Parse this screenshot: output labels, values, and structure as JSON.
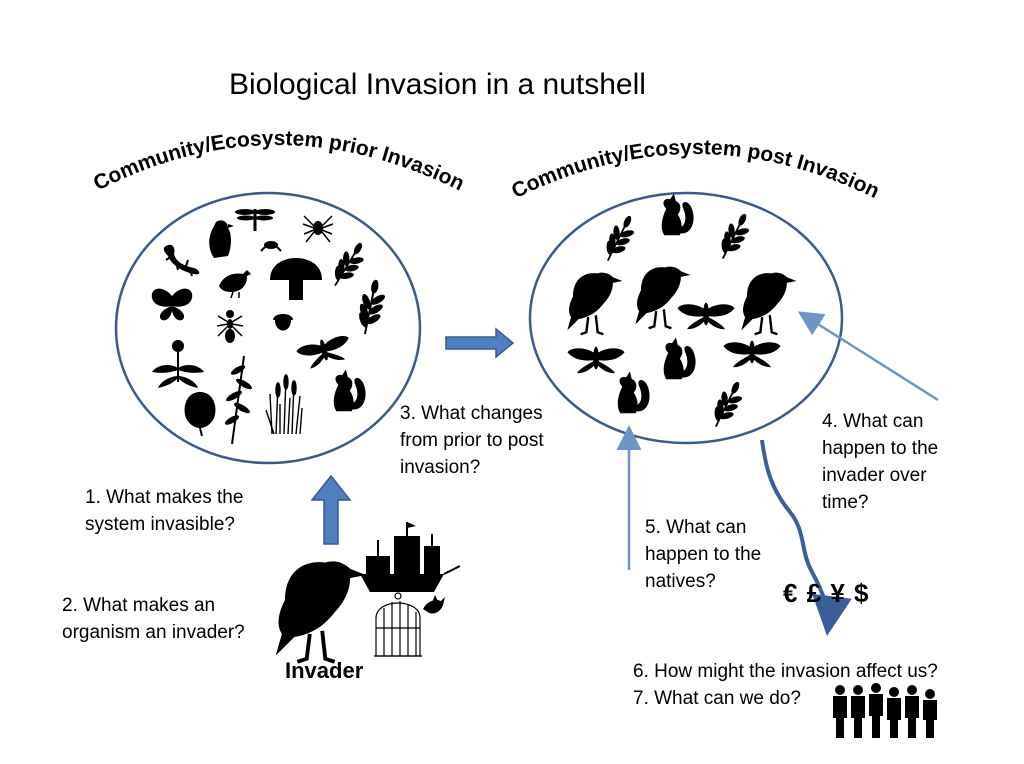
{
  "title": "Biological Invasion in a nutshell",
  "arc_labels": {
    "prior": "Community/Ecosystem prior Invasion",
    "post": "Community/Ecosystem post Invasion"
  },
  "questions": {
    "q1": [
      "1. What makes the",
      "system invasible?"
    ],
    "q2": [
      "2. What makes an",
      "organism an invader?"
    ],
    "q3": [
      "3. What changes",
      "from prior to post",
      "invasion?"
    ],
    "q4": [
      "4. What can",
      "happen to the",
      "invader over",
      "time?"
    ],
    "q5": [
      "5. What can",
      "happen to the",
      "natives?"
    ],
    "q6": "6. How might the invasion affect us?",
    "q7": "7. What can we do?"
  },
  "invader_label": "Invader",
  "currency_symbols": "€ £  ¥ $",
  "colors": {
    "circle_stroke": "#3a5a8a",
    "block_arrow": "#4f7ec1",
    "line_arrow": "#6f95c7",
    "wavy_arrow": "#3c5f9a"
  },
  "icons": {
    "prior_circle": [
      "dragonfly-icon",
      "spider-icon",
      "lizard-icon",
      "eagle-icon",
      "frog-icon",
      "bird-icon",
      "mushroom-icon",
      "fern-leaf-icon",
      "butterfly-icon",
      "ant-icon",
      "acorn-icon",
      "moth-icon",
      "dandelion-icon",
      "leaf-icon",
      "flower-stalk-icon",
      "grass-icon",
      "squirrel-icon"
    ],
    "post_circle": [
      "squirrel-icon",
      "crow-icon",
      "moth-icon",
      "fern-leaf-icon"
    ],
    "invader": [
      "crow-icon",
      "ship-icon",
      "birdcage-icon",
      "dove-icon"
    ],
    "people": "people-group-icon"
  }
}
